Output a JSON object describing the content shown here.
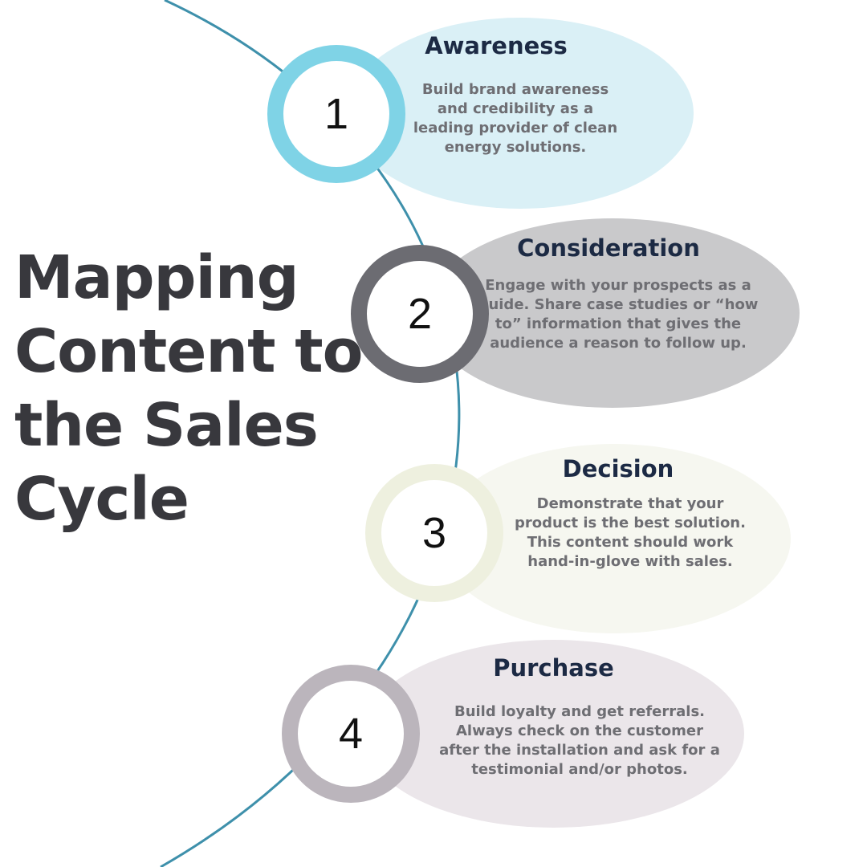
{
  "title_lines": [
    "Mapping",
    "Content to",
    "the Sales",
    "Cycle"
  ],
  "stages": [
    {
      "number": "1",
      "heading": "Awareness",
      "description_lines": [
        "Build brand awareness",
        "and credibility as a",
        "leading provider of clean",
        "energy solutions."
      ],
      "ring_color": "#7fd3e6",
      "bubble_color": "#daf0f6"
    },
    {
      "number": "2",
      "heading": "Consideration",
      "description_lines": [
        "Engage with your prospects as a",
        "guide. Share case studies or “how",
        "to” information that gives the",
        "audience a reason to follow up."
      ],
      "ring_color": "#6c6c72",
      "bubble_color": "#c9c9cb"
    },
    {
      "number": "3",
      "heading": "Decision",
      "description_lines": [
        "Demonstrate that your",
        "product is the best solution.",
        "This content should work",
        "hand-in-glove with sales."
      ],
      "ring_color": "#eef0df",
      "bubble_color": "#f6f7f0"
    },
    {
      "number": "4",
      "heading": "Purchase",
      "description_lines": [
        "Build loyalty and get referrals.",
        "Always check on the customer",
        "after the installation and ask for a",
        "testimonial and/or photos."
      ],
      "ring_color": "#bbb5bc",
      "bubble_color": "#ebe6ea"
    }
  ],
  "colors": {
    "arc": "#3e90ab",
    "title_text": "#38383d",
    "heading_text": "#1c2a44",
    "body_text": "#6e6e73"
  }
}
